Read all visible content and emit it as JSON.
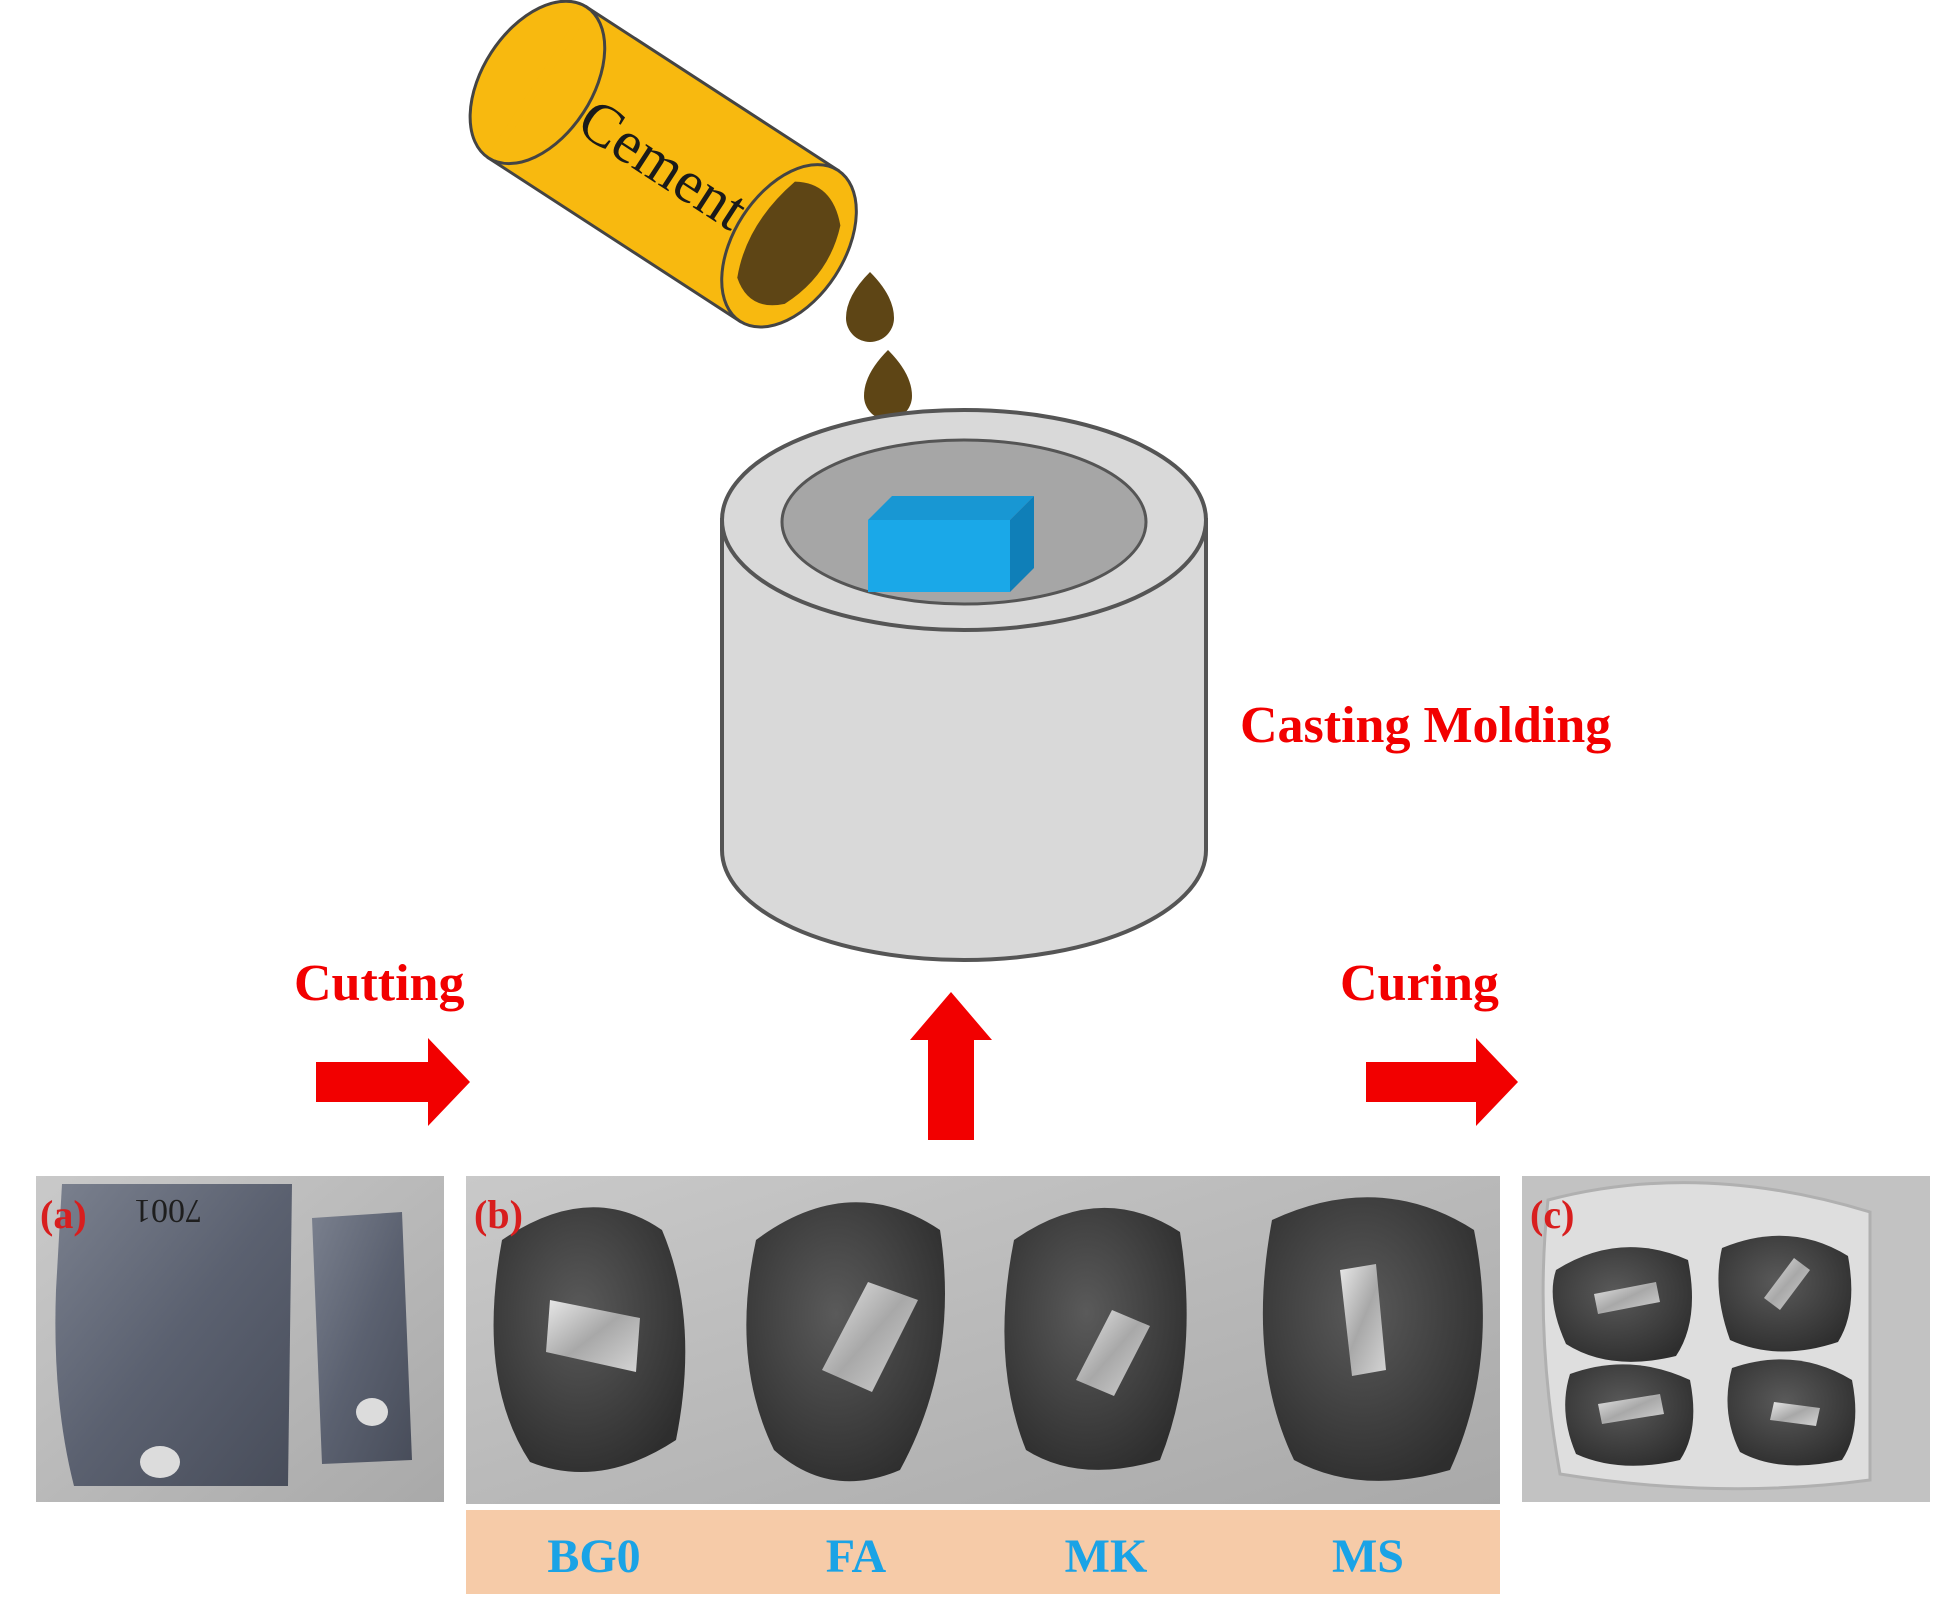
{
  "colors": {
    "red": "#f20000",
    "blue_label": "#1aa3e6",
    "label_band": "#f6cba8",
    "can_yellow": "#f8b90f",
    "cement": "#5e4515",
    "mold_gray": "#d9d9d9",
    "mold_inner": "#a6a6a6",
    "block_blue": "#1aa8e8"
  },
  "cement_can": {
    "label": "Cement"
  },
  "steps": {
    "casting": "Casting Molding",
    "cutting": "Cutting",
    "curing": "Curing"
  },
  "panels": {
    "a": {
      "tag": "(a)",
      "plate_text": "7001"
    },
    "b": {
      "tag": "(b)"
    },
    "c": {
      "tag": "(c)"
    }
  },
  "samples": [
    "BG0",
    "FA",
    "MK",
    "MS"
  ]
}
